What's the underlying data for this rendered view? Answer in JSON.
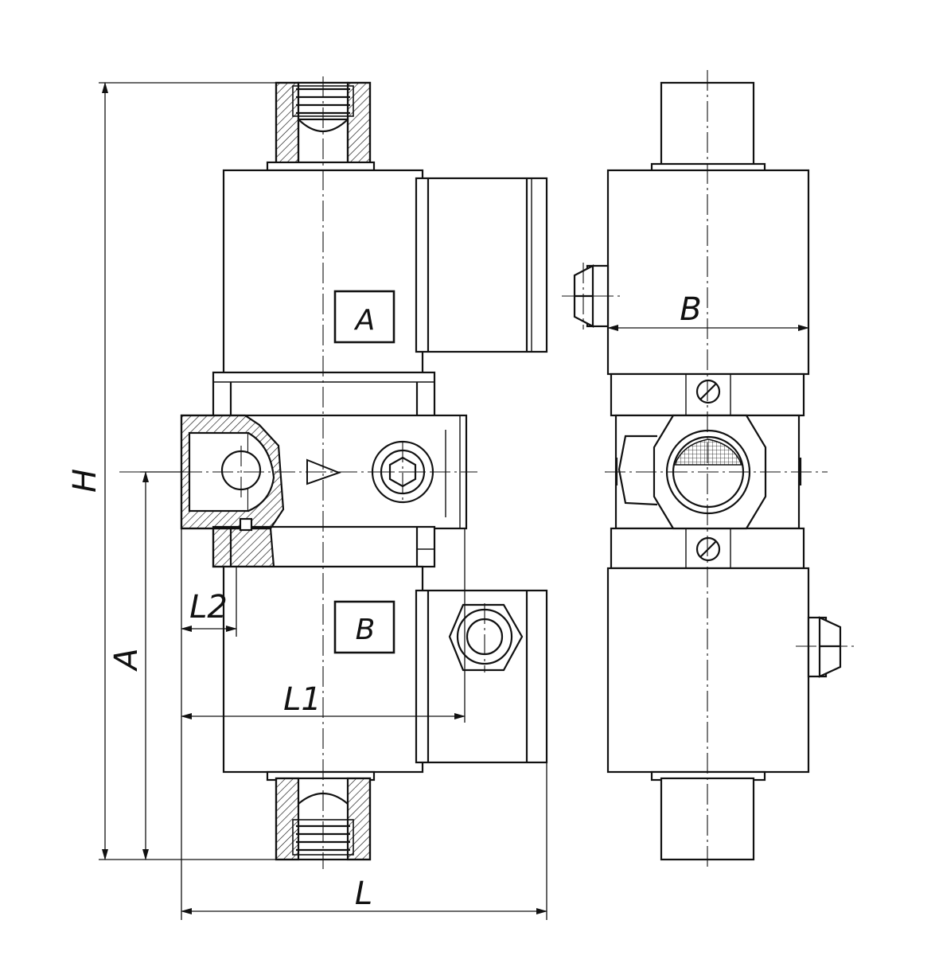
{
  "drawing": {
    "box_labels": {
      "a": "A",
      "b": "B"
    },
    "dimensions": {
      "H": "H",
      "A": "A",
      "L": "L",
      "L1": "L1",
      "L2": "L2",
      "B": "B"
    },
    "colors": {
      "line": "#111111",
      "background": "#ffffff"
    }
  }
}
